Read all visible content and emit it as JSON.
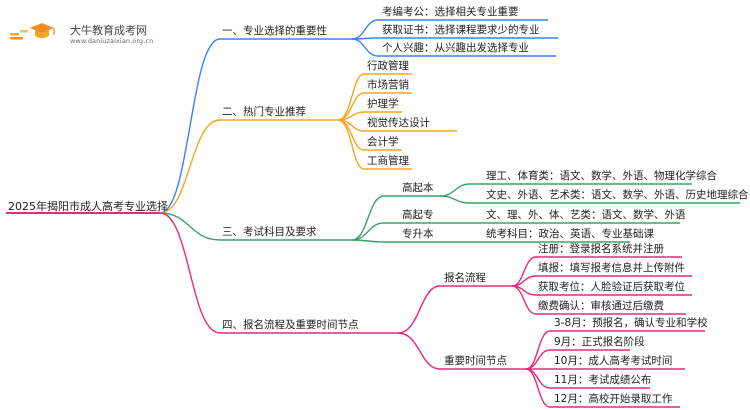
{
  "brand": {
    "name": "大牛教育成考网",
    "url": "www.daniuzaixian.org.cn"
  },
  "root": "2025年揭阳市成人高考专业选择",
  "branches": {
    "b1": {
      "label": "一、专业选择的重要性",
      "items": [
        "考编考公：选择相关专业重要",
        "获取证书：选择课程要求少的专业",
        "个人兴趣：从兴趣出发选择专业"
      ]
    },
    "b2": {
      "label": "二、热门专业推荐",
      "items": [
        "行政管理",
        "市场营销",
        "护理学",
        "视觉传达设计",
        "会计学",
        "工商管理"
      ]
    },
    "b3": {
      "label": "三、考试科目及要求",
      "gqb": {
        "label": "高起本",
        "items": [
          "理工、体育类：语文、数学、外语、物理化学综合",
          "文史、外语、艺术类：语文、数学、外语、历史地理综合"
        ]
      },
      "gqz": {
        "label": "高起专",
        "item": "文、理、外、体、艺类：语文、数学、外语"
      },
      "zsb": {
        "label": "专升本",
        "item": "统考科目：政治、英语、专业基础课"
      }
    },
    "b4": {
      "label": "四、报名流程及重要时间节点",
      "flow": {
        "label": "报名流程",
        "items": [
          "注册：登录报名系统并注册",
          "填报：填写报考信息并上传附件",
          "获取考位：人脸验证后获取考位",
          "缴费确认：审核通过后缴费"
        ]
      },
      "time": {
        "label": "重要时间节点",
        "items": [
          "3-8月：预报名，确认专业和学校",
          "9月：正式报名阶段",
          "10月：成人高考考试时间",
          "11月：考试成绩公布",
          "12月：高校开始录取工作"
        ]
      }
    }
  },
  "colors": {
    "b1": "#3b82f6",
    "b2": "#f5a623",
    "b3": "#3aa36b",
    "b4": "#e8287b",
    "root": "#e8287b"
  }
}
